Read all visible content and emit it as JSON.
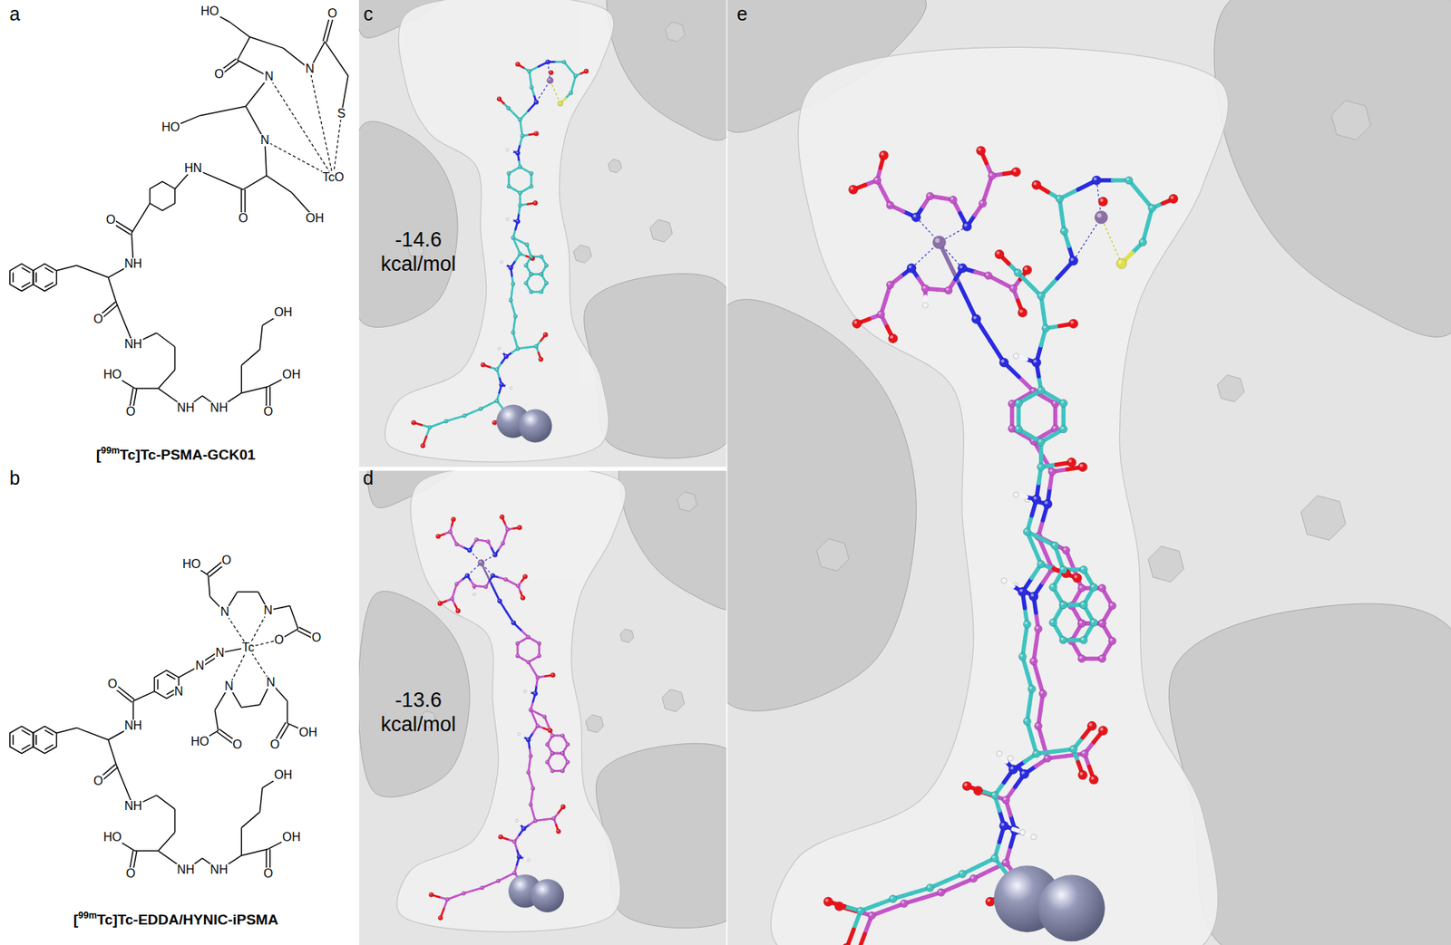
{
  "diagram": {
    "labels": [
      "a",
      "b",
      "c",
      "d",
      "e",
      "[99mTc]Tc-PSMA-GCK01",
      "[99mTc]Tc-EDDA/HYNIC-iPSMA",
      "-14.6 kcal/mol",
      "-13.6 kcal/mol",
      "HO",
      "O",
      "O",
      "N",
      "N",
      "S",
      "HO",
      "N",
      "TcO",
      "HN",
      "O",
      "O",
      "OH",
      "NH",
      "O",
      "NH",
      "OH",
      "HO",
      "NH",
      "NH",
      "OH",
      "O",
      "O",
      "HO",
      "O",
      "N",
      "N",
      "O",
      "O",
      "Tc",
      "N",
      "N",
      "N",
      "O",
      "N",
      "N",
      "HO",
      "O",
      "OH",
      "O",
      "NH",
      "O",
      "NH",
      "OH",
      "HO",
      "NH",
      "NH",
      "OH",
      "O",
      "O"
    ]
  }
}
